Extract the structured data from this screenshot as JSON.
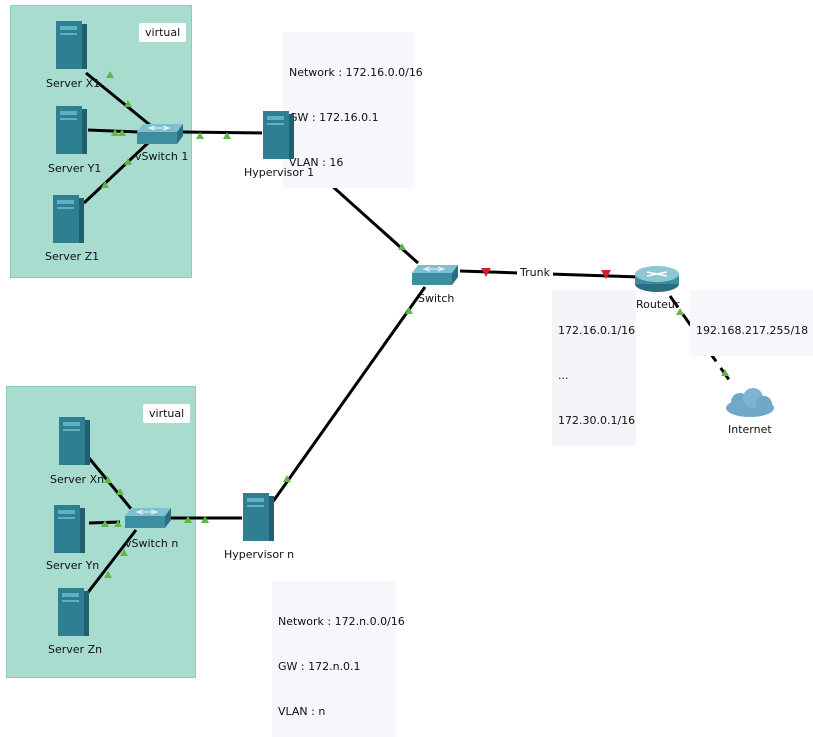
{
  "zones": {
    "top": {
      "label": "virtual"
    },
    "bottom": {
      "label": "virtual"
    }
  },
  "notes": {
    "net1": {
      "lines": [
        "Network : 172.16.0.0/16",
        "GW : 172.16.0.1",
        "VLAN : 16"
      ]
    },
    "netn": {
      "lines": [
        "Network : 172.n.0.0/16",
        "GW : 172.n.0.1",
        "VLAN : n"
      ]
    },
    "trunk_range": {
      "lines": [
        "172.16.0.1/16",
        "...",
        "172.30.0.1/16"
      ]
    },
    "router_ip": {
      "lines": [
        "192.168.217.255/18"
      ]
    }
  },
  "devices": {
    "server_x1": "Server X1",
    "server_y1": "Server Y1",
    "server_z1": "Server Z1",
    "vswitch1": "vSwitch 1",
    "hypervisor1": "Hypervisor 1",
    "switch": "Switch",
    "trunk": "Trunk",
    "router": "Routeur",
    "internet": "Internet",
    "server_xn": "Server Xn",
    "server_yn": "Server Yn",
    "server_zn": "Server Zn",
    "vswitchn": "vSwitch n",
    "hypervisorn": "Hypervisor n"
  },
  "colors": {
    "zone": "#a8dccf",
    "link_up": "#5fb845",
    "link_down": "#d0202a",
    "server": "#2e7f92",
    "switch": "#3c8ea0",
    "cloud": "#6fa8c8"
  }
}
